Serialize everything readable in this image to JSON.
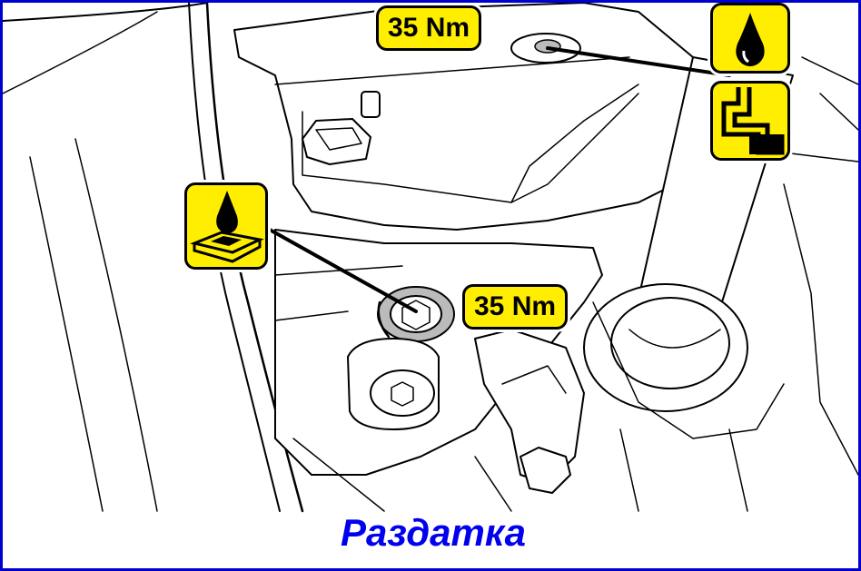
{
  "labels": {
    "torque_top": "35 Nm",
    "torque_middle": "35 Nm",
    "caption": "Раздатка"
  },
  "symbols": {
    "top_right_upper": "oil-drop-icon",
    "top_right_lower": "fill-level-icon",
    "left": "oil-on-seal-icon"
  },
  "colors": {
    "label_fill": "#ffee00",
    "caption": "#0000ee",
    "frame": "#0000cc"
  }
}
